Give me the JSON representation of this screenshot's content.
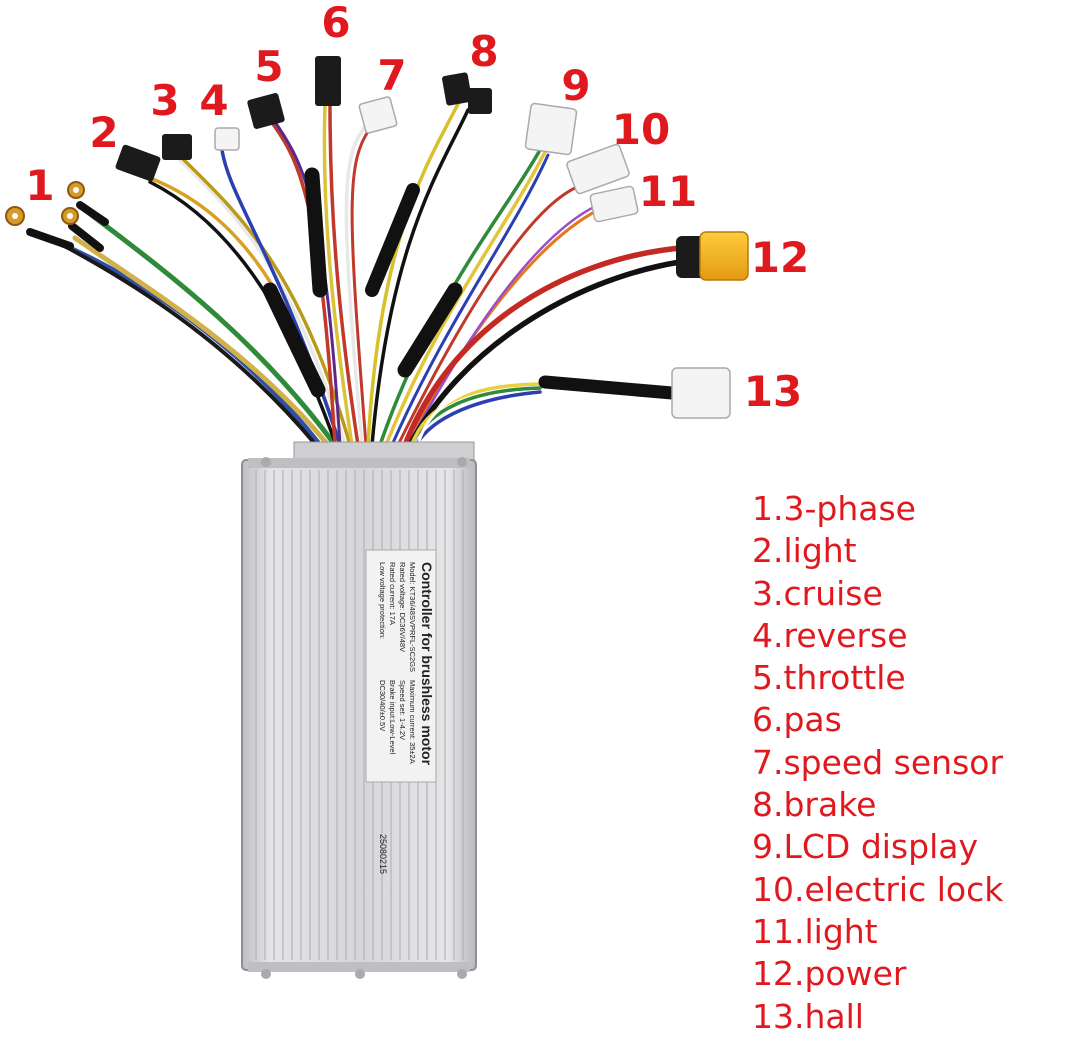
{
  "controller": {
    "label_title": "Controller for brushless motor",
    "label_lines_left": [
      "Model: KT36/48SVPRFL-SC2GS",
      "Rated voltage:   DC36V/48V",
      "Rated current:      17A",
      "Low voltage protection:"
    ],
    "label_lines_right": [
      "Maximum current: 35±2A",
      "Speed set:  1-4.2V",
      "Brake input:Low-Level",
      "DC30/40/±0.5V"
    ],
    "serial": "25080215",
    "colors": {
      "casing": "#d9d9dc",
      "label_bg": "#f2f2f2"
    }
  },
  "callouts": [
    "1",
    "2",
    "3",
    "4",
    "5",
    "6",
    "7",
    "8",
    "9",
    "10",
    "11",
    "12",
    "13"
  ],
  "legend": [
    "1.3-phase",
    "2.light",
    "3.cruise",
    "4.reverse",
    "5.throttle",
    "6.pas",
    "7.speed sensor",
    "8.brake",
    "9.LCD display",
    "10.electric lock",
    "11.light",
    "12.power",
    "13.hall"
  ],
  "colors": {
    "accent": "#e0191f",
    "connector_yellow": "#f2b01e"
  }
}
